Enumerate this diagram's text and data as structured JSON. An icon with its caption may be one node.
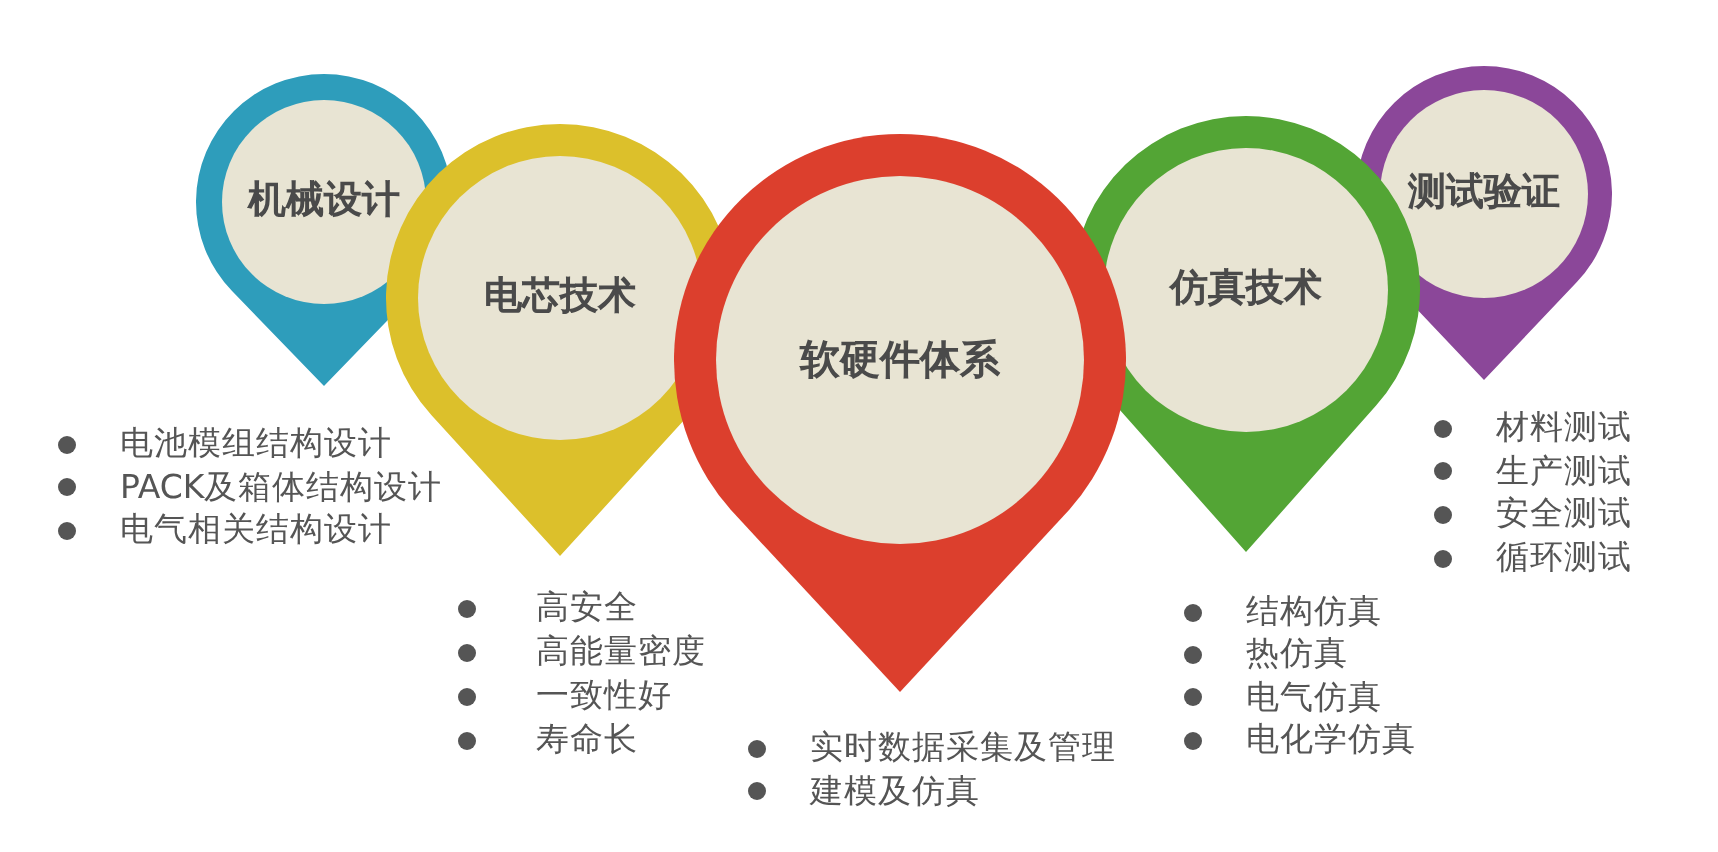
{
  "diagram": {
    "nodes": [
      {
        "text": [
          "机械设计"
        ],
        "beside": [
          "电池模组结构设计",
          "PACK及箱体结构设计",
          "电气相关结构设计"
        ]
      },
      {
        "text": [
          "电芯技术"
        ],
        "beside": [
          "高安全",
          "高能量密度",
          "一致性好",
          "寿命长"
        ]
      },
      {
        "text": [
          "软硬件体系"
        ],
        "beside": [
          "实时数据采集及管理",
          "建模及仿真"
        ]
      },
      {
        "text": [
          "仿真技术"
        ],
        "beside": [
          "结构仿真",
          "热仿真",
          "电气仿真",
          "电化学仿真"
        ]
      },
      {
        "text": [
          "测试验证"
        ],
        "beside": [
          "材料测试",
          "生产测试",
          "安全测试",
          "循环测试"
        ]
      }
    ]
  }
}
